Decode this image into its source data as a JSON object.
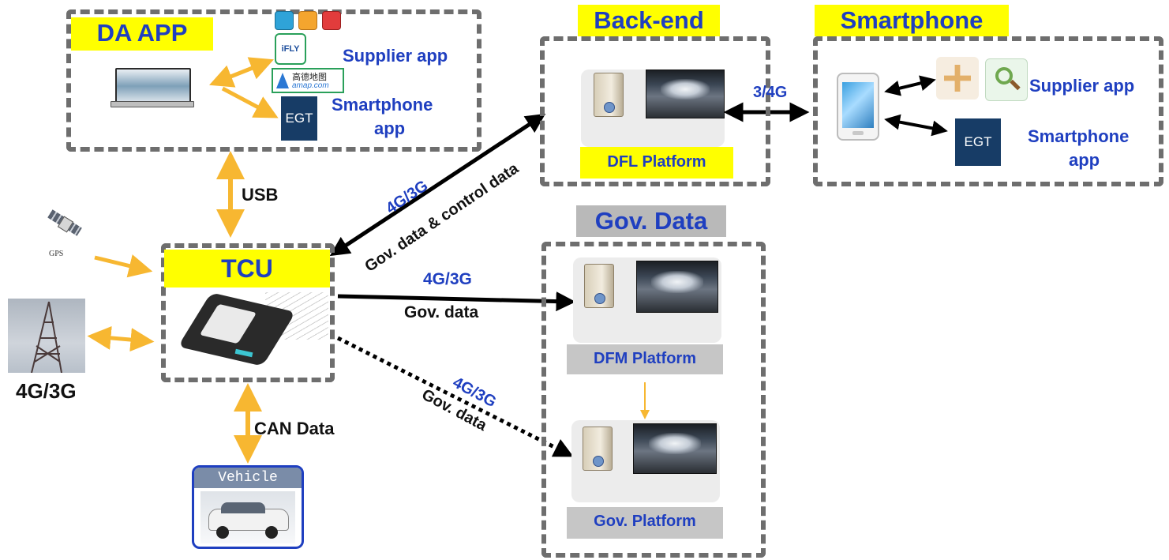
{
  "da_app": {
    "title": "DA APP",
    "supplier_app": "Supplier app",
    "smartphone_app_line1": "Smartphone",
    "smartphone_app_line2": "app",
    "iflytek_logo": "iFLY",
    "amap_logo_cn": "高德地图",
    "amap_logo_en": "amap.com",
    "egt_logo": "EGT"
  },
  "backend": {
    "title": "Back-end",
    "platform": "DFL Platform"
  },
  "smartphone": {
    "title": "Smartphone",
    "supplier_app": "Supplier app",
    "smartphone_app_line1": "Smartphone",
    "smartphone_app_line2": "app",
    "egt_logo": "EGT"
  },
  "gov_data": {
    "title": "Gov. Data",
    "platform_top": "DFM Platform",
    "platform_bottom": "Gov. Platform"
  },
  "tcu": {
    "title": "TCU"
  },
  "vehicle": {
    "label": "Vehicle"
  },
  "gps": {
    "label": "GPS"
  },
  "tower": {
    "label": "4G/3G"
  },
  "links": {
    "usb": "USB",
    "can": "CAN Data",
    "backend_phone": "3/4G",
    "tcu_backend_net": "4G/3G",
    "tcu_backend_data": "Gov. data & control data",
    "tcu_dfm_net": "4G/3G",
    "tcu_dfm_data": "Gov. data",
    "tcu_gov_net": "4G/3G",
    "tcu_gov_data": "Gov. data"
  },
  "colors": {
    "label_yellow": "#ffff00",
    "label_blue_text": "#1f3fc0",
    "connector_orange": "#f7b731",
    "dashed_border": "#6e6e6e",
    "egt_navy": "#173c66"
  }
}
